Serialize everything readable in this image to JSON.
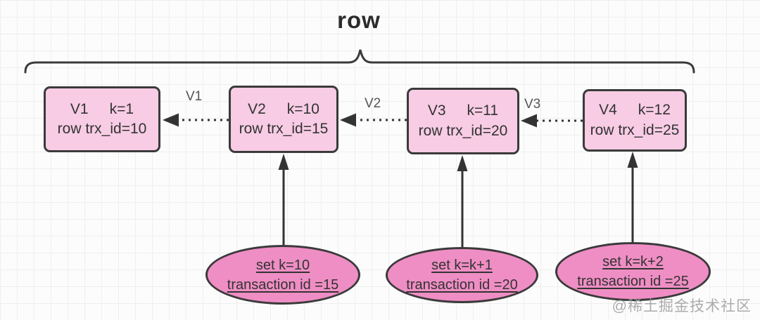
{
  "title": "row",
  "watermark": "@稀土掘金技术社区",
  "colors": {
    "bg": "#fcfcfc",
    "grid_line": "#efefef",
    "box_fill": "#f7cce4",
    "ellipse_fill": "#ef8ec4",
    "stroke": "#3a3a3a"
  },
  "versions": [
    {
      "version": "V1",
      "k": "k=1",
      "trx": "row trx_id=10"
    },
    {
      "version": "V2",
      "k": "k=10",
      "trx": "row trx_id=15"
    },
    {
      "version": "V3",
      "k": "k=11",
      "trx": "row trx_id=20"
    },
    {
      "version": "V4",
      "k": "k=12",
      "trx": "row trx_id=25"
    }
  ],
  "arrow_labels": [
    "V1",
    "V2",
    "V3"
  ],
  "transactions": [
    {
      "action": "set k=10",
      "id": "transaction id =15"
    },
    {
      "action": "set k=k+1",
      "id": "transaction id =20"
    },
    {
      "action": "set k=k+2",
      "id": "transaction id =25"
    }
  ]
}
